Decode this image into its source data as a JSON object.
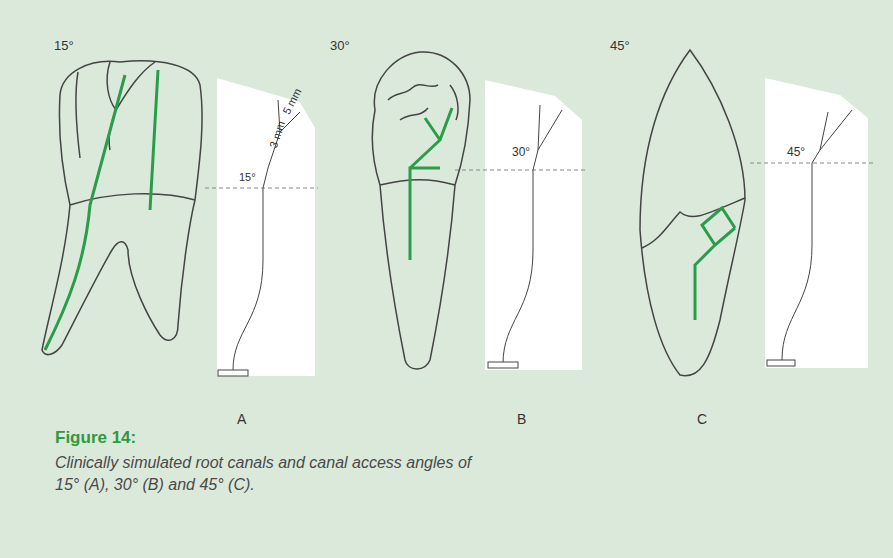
{
  "diagram": {
    "title": "Figure 14:",
    "caption": "Clinically simulated root canals and canal access angles of 15° (A), 30° (B) and 45° (C).",
    "labels": [
      "15°",
      "30°",
      "45°",
      "5 mm",
      "3 mm",
      "15°",
      "30°",
      "45°",
      "A",
      "B",
      "C"
    ]
  }
}
